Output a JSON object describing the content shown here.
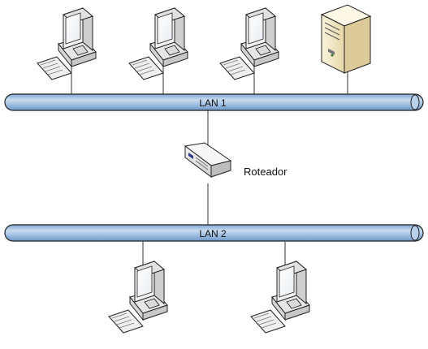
{
  "diagram": {
    "lan1": {
      "label": "LAN 1"
    },
    "lan2": {
      "label": "LAN 2"
    },
    "router": {
      "label": "Roteador"
    },
    "colors": {
      "bus_fill": "#9DBDE0",
      "bus_stroke": "#222222",
      "line": "#333333",
      "monitor_body": "#EDEDED",
      "screen": "#FFFFFF",
      "server_body": "#F4E9C8"
    },
    "icons": {
      "workstation": "desktop-computer-icon",
      "server": "tower-server-icon",
      "router": "router-icon"
    }
  }
}
